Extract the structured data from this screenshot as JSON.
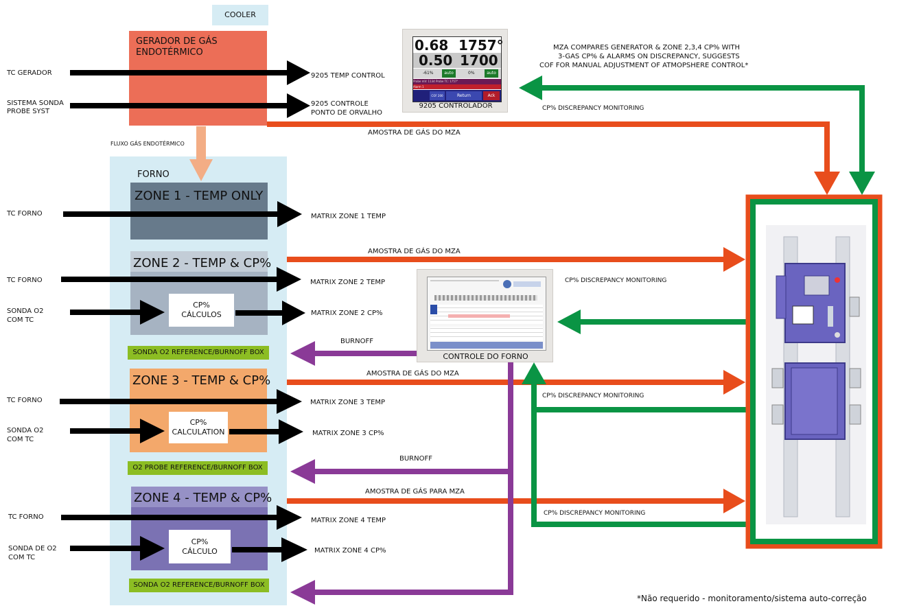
{
  "cooler": "COOLER",
  "generator": {
    "title_line1": "GERADOR DE GÁS",
    "title_line2": "ENDOTÉRMICO"
  },
  "generator_inputs": {
    "tc_gerador": "TC GERADOR",
    "sistema_sonda_line1": "SISTEMA SONDA",
    "sistema_sonda_line2": "PROBE SYST"
  },
  "generator_outputs": {
    "temp_control": "9205 TEMP CONTROL",
    "controle_line1": "9205 CONTROLE",
    "controle_line2": "PONTO DE ORVALHO"
  },
  "controller_9205": {
    "caption": "9205 CONTROLADOR",
    "pv_cp": "0.68",
    "pv_temp": "1757°",
    "sp_cp": "0.50",
    "sp_temp": "1700",
    "out1": "-61%",
    "mode1": "auto",
    "out2": "0%",
    "mode2": "auto",
    "probe_line": "Probe mV: 1134 Probe TC: 1757°",
    "alarm": "Alarm 1",
    "cof": "COF 200",
    "return": "Return",
    "ack": "Ack"
  },
  "mza_note": {
    "line1": "MZA COMPARES GENERATOR &  ZONE 2,3,4 CP% WITH",
    "line2": "3-GAS CP% & ALARMS ON DISCREPANCY, SUGGESTS",
    "line3": "COF FOR MANUAL ADJUSTMENT OF ATMOPSHERE CONTROL*"
  },
  "labels": {
    "cp_discrepancy_top": "CP% DISCREPANCY MONITORING",
    "amostra_top": "AMOSTRA DE GÁS DO  MZA",
    "fluxo": "FLUXO GÁS ENDOTÉRMICO",
    "forno": "FORNO",
    "amostra_z2": "AMOSTRA DE GÁS DO MZA",
    "cp_discrepancy_z2": "CP% DISCREPANCY MONITORING",
    "burnoff_1": "BURNOFF",
    "amostra_z3": "AMOSTRA DE GÁS DO  MZA",
    "cp_discrepancy_z3": "CP% DISCREPANCY MONITORING",
    "burnoff_2": "BURNOFF",
    "amostra_z4": "AMOSTRA DE GÁS PARA MZA",
    "cp_discrepancy_z4": "CP% DISCREPANCY MONITORING",
    "controle_forno": "CONTROLE DO FORNO",
    "footnote": "*Não requerido - monitoramento/sistema auto-correção"
  },
  "zone1": {
    "title": "ZONE 1 - TEMP ONLY",
    "input": "TC FORNO",
    "output": "MATRIX ZONE 1 TEMP"
  },
  "zone2": {
    "title": "ZONE 2 - TEMP & CP%",
    "input_tc": "TC FORNO",
    "output_temp": "MATRIX ZONE 2 TEMP",
    "input_sonda_line1": "SONDA O2",
    "input_sonda_line2": "COM TC",
    "calc_line1": "CP%",
    "calc_line2": "CÁLCULOS",
    "output_cp": "MATRIX  ZONE 2 CP%",
    "ref_box": "SONDA O2  REFERENCE/BURNOFF BOX"
  },
  "zone3": {
    "title": "ZONE 3 - TEMP & CP%",
    "input_tc": "TC FORNO",
    "output_temp": "MATRIX ZONE 3 TEMP",
    "input_sonda_line1": "SONDA O2",
    "input_sonda_line2": "COM TC",
    "calc_line1": "CP%",
    "calc_line2": "CALCULATION",
    "output_cp": "MATRIX ZONE 3 CP%",
    "ref_box": "O2 PROBE  REFERENCE/BURNOFF BOX"
  },
  "zone4": {
    "title": "ZONE 4 - TEMP & CP%",
    "input_tc": "TC FORNO",
    "output_temp": "MATRIX ZONE 4 TEMP",
    "input_sonda_line1": "SONDA DE O2",
    "input_sonda_line2": "COM TC",
    "calc_line1": "CP%",
    "calc_line2": "CÁLCULO",
    "output_cp": "MATRIX ZONE 4 CP%",
    "ref_box": "SONDA O2  REFERENCE/BURNOFF BOX"
  },
  "colors": {
    "generator": "#ec6e57",
    "furnace_bg": "#d6ecf4",
    "zone1": "#677a8b",
    "zone2": "#a6b3c2",
    "zone3": "#f3a86b",
    "zone4": "#7b72b3",
    "orange_arrow": "#e84d1c",
    "green_arrow": "#0a9444",
    "purple_arrow": "#8a3a97",
    "ref_box": "#8cbd23",
    "cooler": "#d6ecf4",
    "fluxo_arrow": "#f3ad85"
  }
}
